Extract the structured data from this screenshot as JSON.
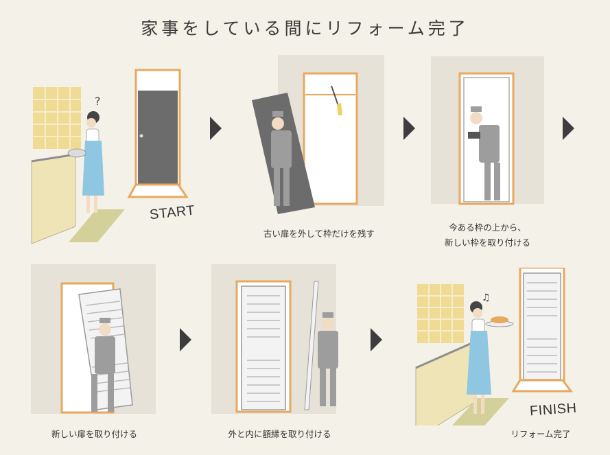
{
  "title": "家事をしている間にリフォーム完了",
  "steps": [
    {
      "tag": "START",
      "caption": ""
    },
    {
      "caption": "古い扉を外して枠だけを残す"
    },
    {
      "caption_line1": "今ある枠の上から、",
      "caption_line2": "新しい枠を取り付ける"
    },
    {
      "caption": "新しい扉を取り付ける"
    },
    {
      "caption": "外と内に額縁を取り付ける"
    },
    {
      "tag": "FINISH",
      "caption": "リフォーム完了"
    }
  ],
  "colors": {
    "frame": "#e8a85e",
    "old_door": "#6c6c6c",
    "wall": "#e6e2d8",
    "apron": "#8fc7e3",
    "tile": "#f0db95",
    "worker": "#9d9d9d"
  }
}
